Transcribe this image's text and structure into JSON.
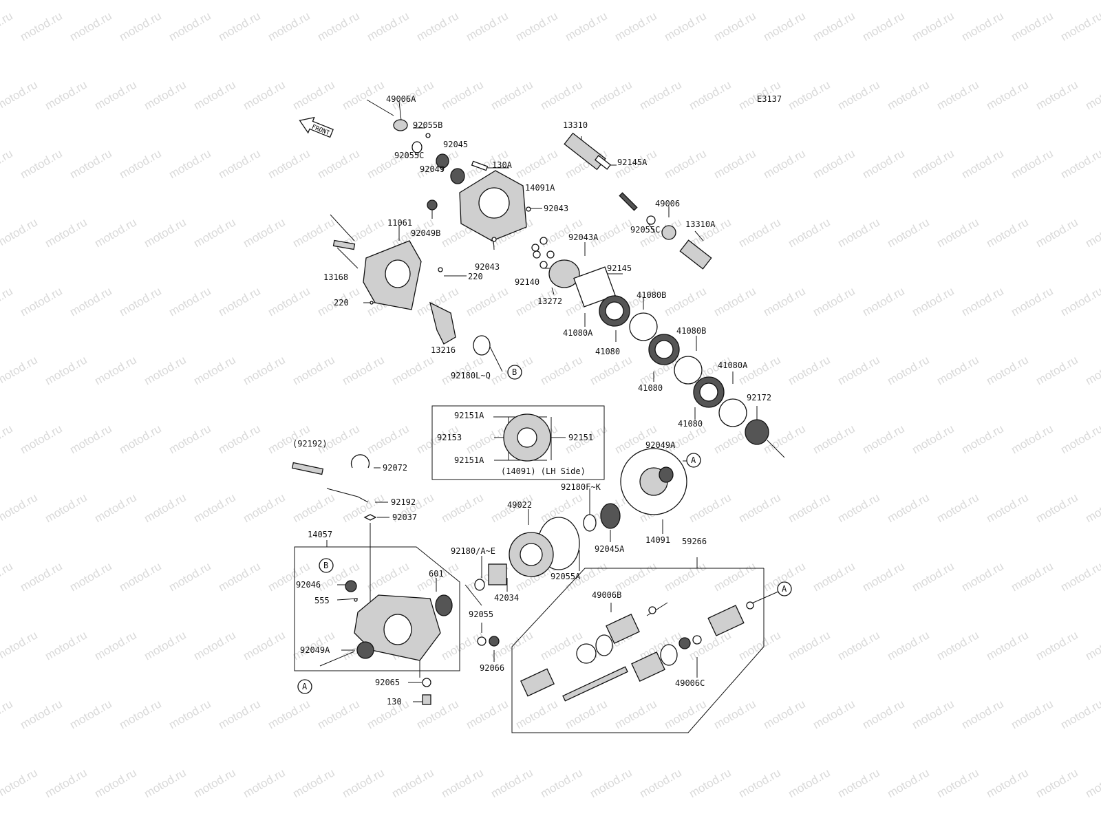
{
  "diagram_code": "E3137",
  "watermark_text": "motod.ru",
  "front_arrow_label": "FRONT",
  "inset_caption": "(14091) (LH Side)",
  "ref_markers": [
    "A",
    "B"
  ],
  "part_labels": [
    "49006A",
    "92055B",
    "92055C",
    "92045",
    "92049",
    "130A",
    "14091A",
    "92043",
    "92049B",
    "11061",
    "13168",
    "220",
    "220",
    "92043",
    "13216",
    "92180L~Q",
    "13310",
    "92145A",
    "49006",
    "92055C",
    "13310A",
    "92043A",
    "92145",
    "92140",
    "13272",
    "41080B",
    "41080A",
    "41080",
    "41080B",
    "41080",
    "41080A",
    "41080",
    "92172",
    "92151A",
    "92153",
    "92151",
    "92151A",
    "(92192)",
    "92072",
    "92192",
    "92037",
    "14057",
    "49022",
    "92180F~K",
    "92049A",
    "14091",
    "92045A",
    "92055A",
    "92180/A~E",
    "601",
    "42034",
    "92046",
    "555",
    "92049A",
    "92055",
    "92066",
    "92065",
    "130",
    "59266",
    "49006B",
    "49006C"
  ]
}
